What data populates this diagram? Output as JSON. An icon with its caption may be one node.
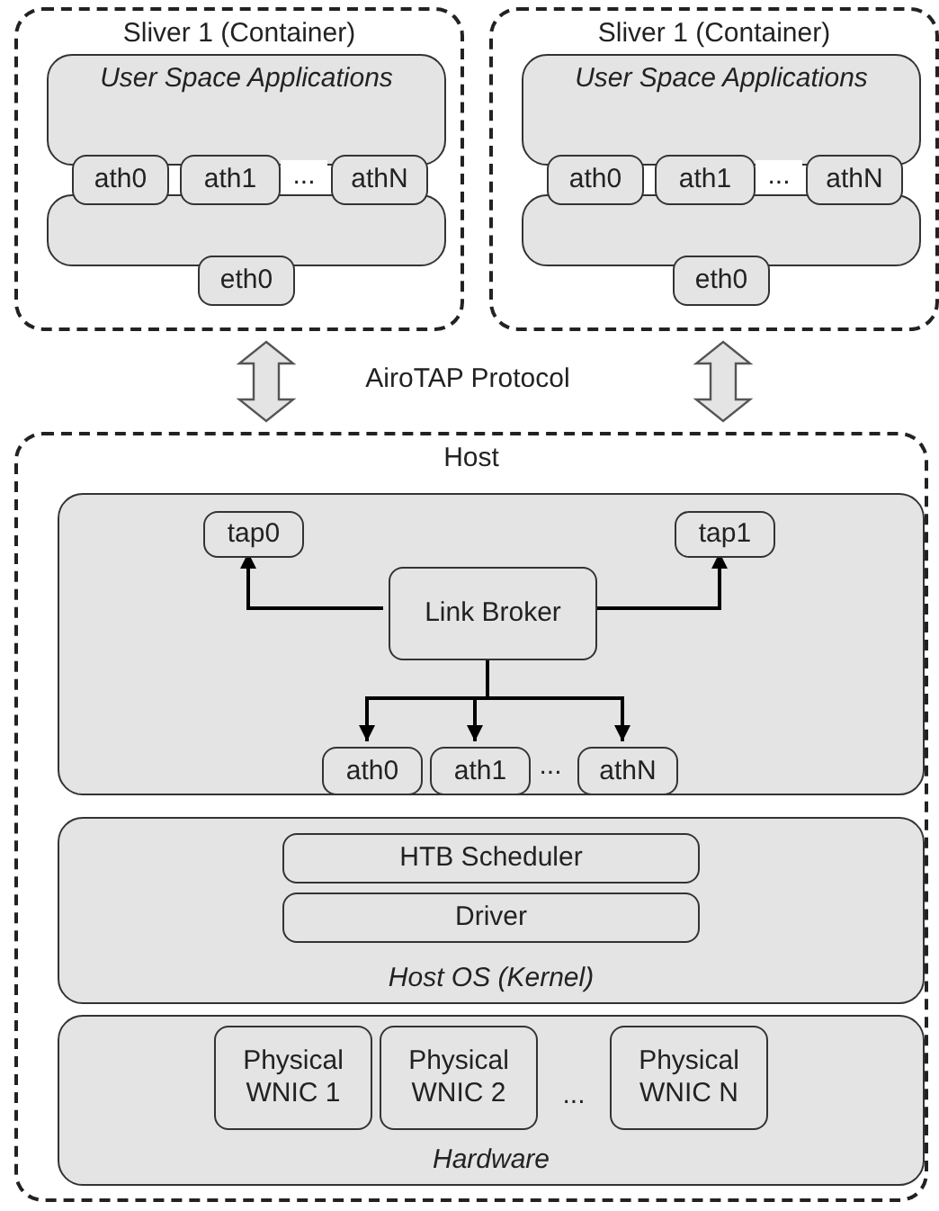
{
  "diagram": {
    "nodes": [
      {
        "text": [
          "Sliver 1 (Container)"
        ]
      },
      {
        "text": [
          "User Space Applications"
        ],
        "in": 0
      },
      {
        "text": [
          "ath0"
        ],
        "in": 0
      },
      {
        "text": [
          "ath1"
        ],
        "in": 0
      },
      {
        "text": [
          "athN"
        ],
        "in": 0
      },
      {
        "text": [],
        "shape": "box",
        "in": 0
      },
      {
        "text": [
          "eth0"
        ],
        "in": 0
      },
      {
        "text": [
          "Sliver 1 (Container)"
        ]
      },
      {
        "text": [
          "User Space Applications"
        ],
        "in": 7
      },
      {
        "text": [
          "ath0"
        ],
        "in": 7
      },
      {
        "text": [
          "ath1"
        ],
        "in": 7
      },
      {
        "text": [
          "athN"
        ],
        "in": 7
      },
      {
        "text": [],
        "shape": "box",
        "in": 7
      },
      {
        "text": [
          "eth0"
        ],
        "in": 7
      },
      {
        "text": [
          "Host"
        ]
      },
      {
        "text": [],
        "shape": "box",
        "in": 14
      },
      {
        "text": [
          "tap0"
        ],
        "in": 15
      },
      {
        "text": [
          "tap1"
        ],
        "in": 15
      },
      {
        "text": [
          "Link Broker"
        ],
        "in": 15
      },
      {
        "text": [
          "ath0"
        ],
        "in": 15
      },
      {
        "text": [
          "ath1"
        ],
        "in": 15
      },
      {
        "text": [
          "athN"
        ],
        "in": 15
      },
      {
        "text": [
          "Host OS (Kernel)"
        ],
        "in": 14
      },
      {
        "text": [
          "HTB Scheduler"
        ],
        "in": 22
      },
      {
        "text": [
          "Driver"
        ],
        "in": 22
      },
      {
        "text": [
          "Hardware"
        ],
        "in": 14
      },
      {
        "text": [
          "Physical WNIC 1"
        ],
        "in": 25
      },
      {
        "text": [
          "Physical WNIC 2"
        ],
        "in": 25
      },
      {
        "text": [
          "Physical WNIC N"
        ],
        "in": 25
      }
    ],
    "edges": [
      {
        "from": 0,
        "to": 14,
        "arrow": "both",
        "style": "thick"
      },
      {
        "from": 7,
        "to": 14,
        "arrow": "both",
        "style": "thick"
      },
      {
        "from": 18,
        "to": 16,
        "arrow": "to"
      },
      {
        "from": 18,
        "to": 17,
        "arrow": "to"
      },
      {
        "from": 18,
        "to": 19,
        "arrow": "to"
      },
      {
        "from": 18,
        "to": 20,
        "arrow": "to"
      },
      {
        "from": 18,
        "to": 21,
        "arrow": "to"
      }
    ],
    "labels": [
      "...",
      "...",
      "AiroTAP Protocol",
      "...",
      "..."
    ]
  }
}
